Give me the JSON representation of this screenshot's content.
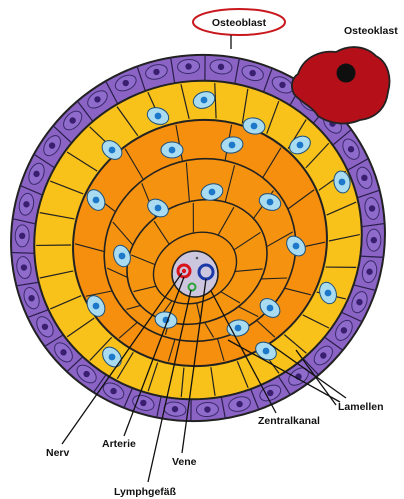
{
  "labels": {
    "osteoblast": "Osteoblast",
    "osteoklast": "Osteoklast",
    "lamellen": "Lamellen",
    "zentralkanal": "Zentralkanal",
    "nerv": "Nerv",
    "arterie": "Arterie",
    "vene": "Vene",
    "lymphgefaess": "Lymphgefäß"
  },
  "colors": {
    "periosteum_purple": "#8a63c5",
    "outer_lamella_yellow": "#f9c21a",
    "inner_lamella_orange": "#f58f0d",
    "osteocyte_cyan": "#a9dcf0",
    "osteocyte_nucleus": "#1d78c9",
    "osteoclast_red": "#b5101a",
    "central_canal": "#cdc6df",
    "artery_red": "#d8141c",
    "vein_blue": "#1b3aa8",
    "lymph_green": "#29a236",
    "highlight_ring": "#c8181e"
  },
  "icons": [
    "osteoclast-cell",
    "osteocyte-cell",
    "nerve-dot",
    "artery-ring",
    "vein-ring",
    "lymph-vessel-ring"
  ]
}
